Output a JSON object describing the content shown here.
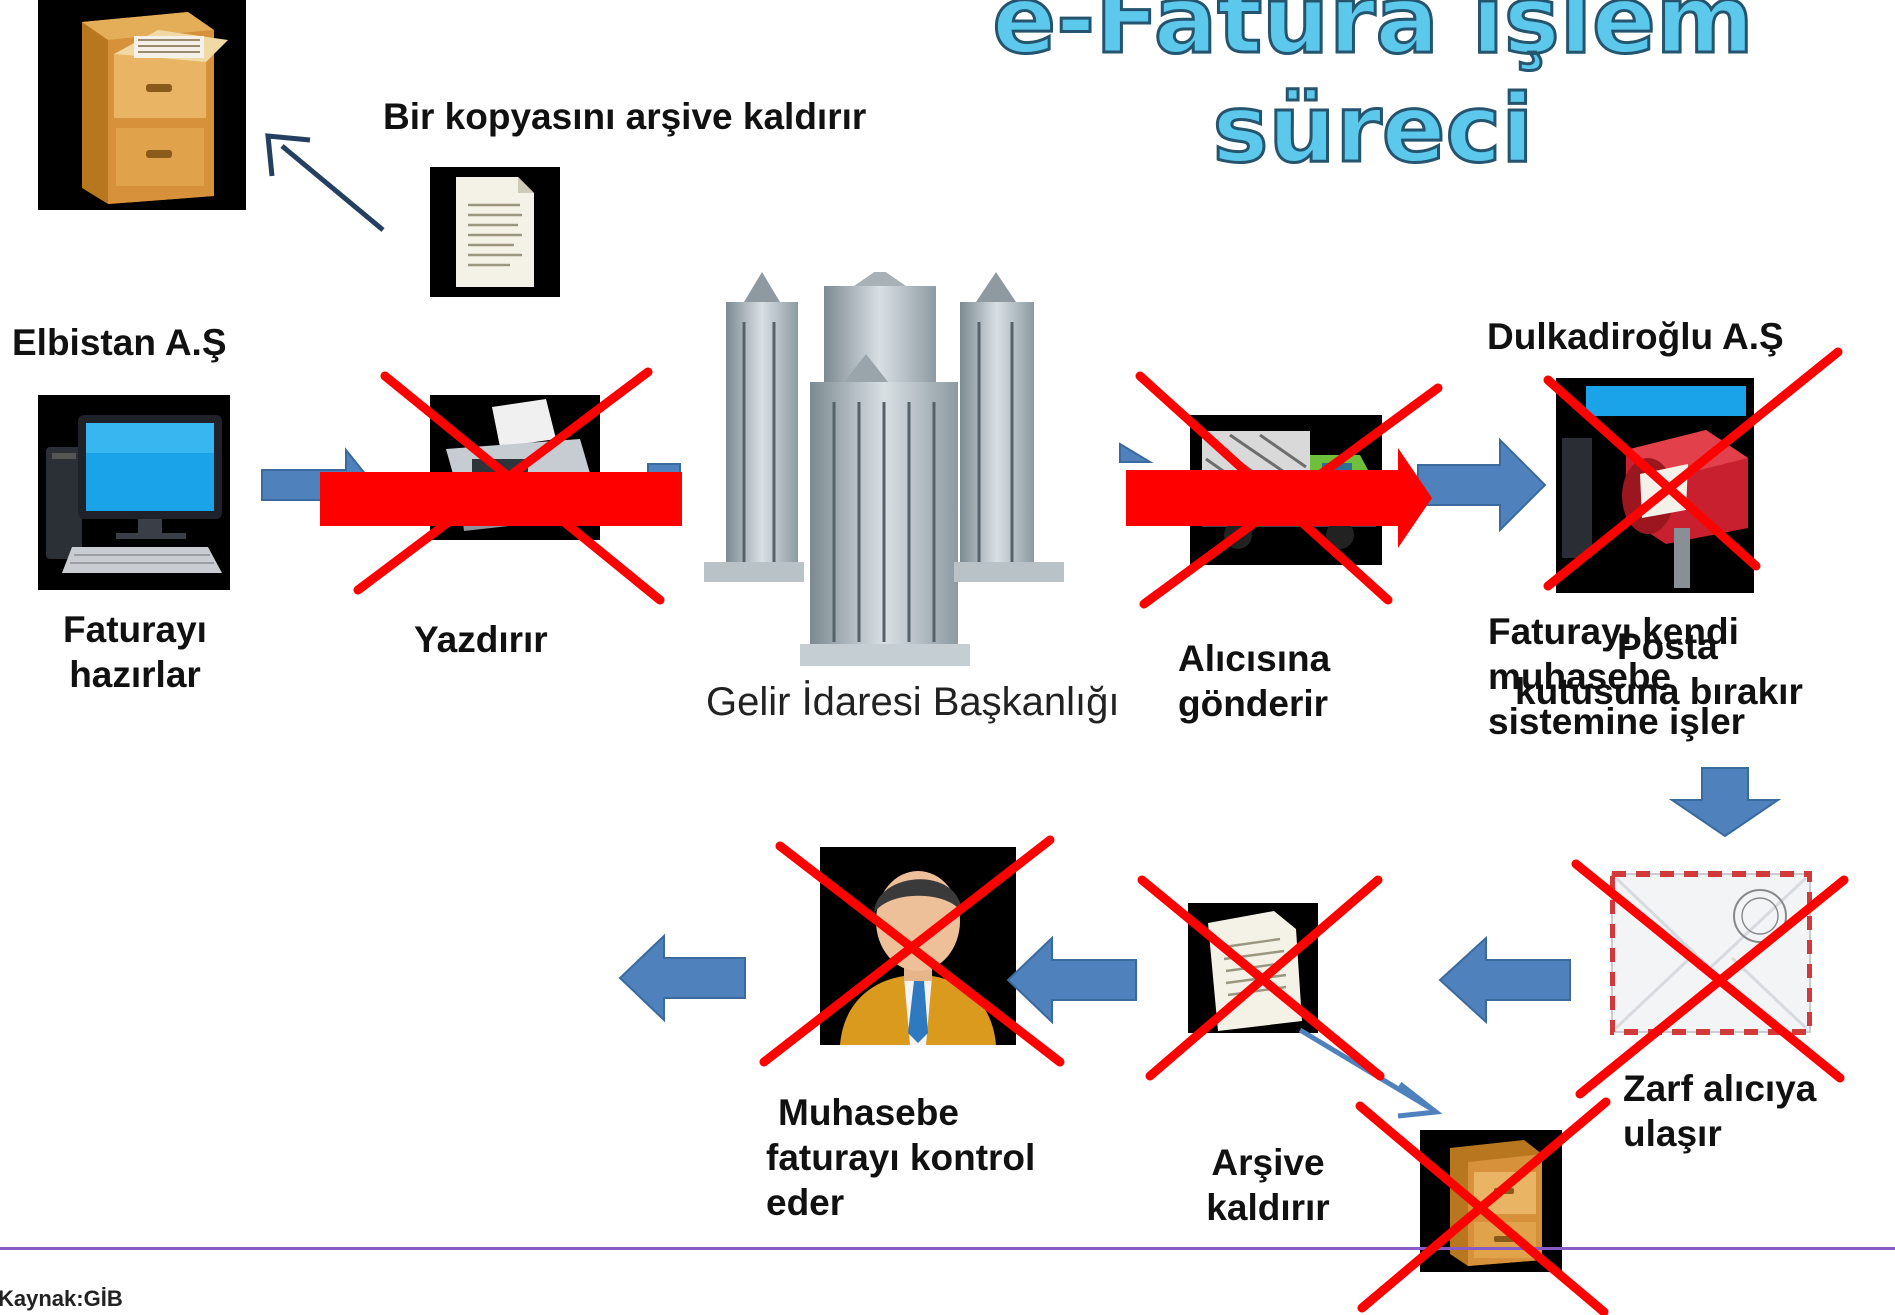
{
  "title": {
    "line1": "e-Fatura işlem",
    "line2": "süreci"
  },
  "labels": {
    "archive_copy": "Bir kopyasını arşive kaldırır",
    "sender_company": "Elbistan A.Ş",
    "receiver_company": "Dulkadiroğlu A.Ş",
    "prepare_line1": "Faturayı",
    "prepare_line2": "hazırlar",
    "print": "Yazdırır",
    "gib": "Gelir İdaresi Başkanlığı",
    "send_line1": "Alıcısına",
    "send_line2": "gönderir",
    "receiver_step_a_line1": "Faturayı kendi",
    "receiver_step_a_line2": "muhasebe",
    "receiver_step_a_line3": "sistemine işler",
    "receiver_step_b_line1": "Posta",
    "receiver_step_b_line2": "kutusuna bırakır",
    "envelope_line1": "Zarf alıcıya",
    "envelope_line2": "ulaşır",
    "archive_line1": "Arşive",
    "archive_line2": "kaldırır",
    "accounting_line1": "Muhasebe",
    "accounting_line2": "faturayı kontrol",
    "accounting_line3": "eder",
    "source": "Kaynak:GİB"
  },
  "colors": {
    "title_fill": "#5cc8ec",
    "title_outline": "#24546e",
    "flow_arrow": "#4f81bd",
    "new_flow_arrow": "#ff0000",
    "cross": "#ff0000",
    "rule": "#8a5bc4",
    "diagonal_arrow": "#243f60"
  },
  "icons": [
    "file-cabinet-icon",
    "document-icon",
    "computer-icon",
    "printer-icon",
    "office-buildings-icon",
    "delivery-truck-icon",
    "mailbox-icon",
    "envelope-icon",
    "accountant-icon"
  ]
}
